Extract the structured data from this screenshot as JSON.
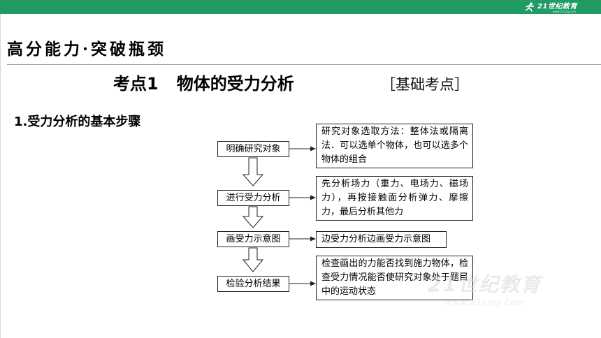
{
  "brand": {
    "logo_text": "21世纪教育",
    "logo_url": "www.21cnjy.com",
    "color": "#1f9b63"
  },
  "section_title": "高分能力·突破瓶颈",
  "heading": {
    "label": "考点1",
    "title": "物体的受力分析",
    "tag": "［基础考点］"
  },
  "subheading": "1.受力分析的基本步骤",
  "flow": {
    "steps": [
      "明确研究对象",
      "进行受力分析",
      "画受力示意图",
      "检验分析结果"
    ],
    "notes": [
      "研究对象选取方法：整体法或隔离法．可以选单个物体，也可以选多个物体的组合",
      "先分析场力（重力、电场力、磁场力），再按接触面分析弹力、摩擦力，最后分析其他力",
      "边受力分析边画受力示意图",
      "检查画出的力能否找到施力物体，检查受力情况能否使研究对象处于题目中的运动状态"
    ]
  },
  "watermark": {
    "text": "21世纪教育",
    "url": "www.21cnjy.com"
  }
}
